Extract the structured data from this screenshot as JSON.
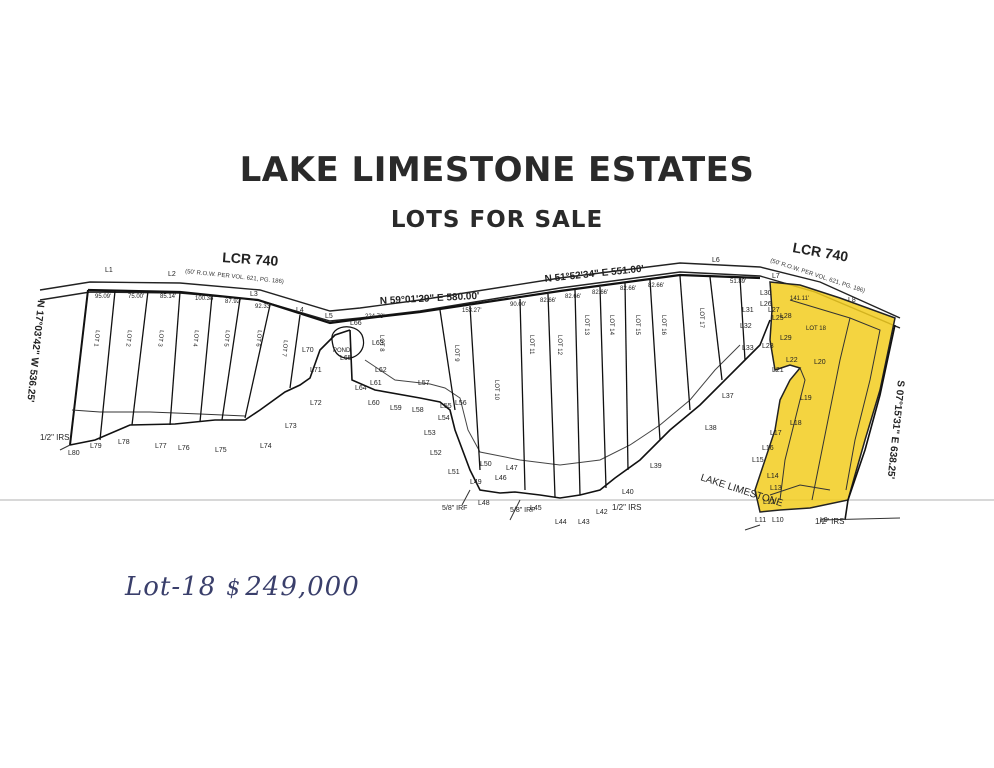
{
  "document": {
    "title": "LAKE LIMESTONE ESTATES",
    "subtitle": "LOTS FOR SALE"
  },
  "plat": {
    "road_left": "LCR 740",
    "road_left_note": "(50' R.O.W. PER VOL. 621, PG. 186)",
    "road_right": "LCR 740",
    "road_right_note": "(50' R.O.W. PER VOL. 621, PG. 186)",
    "bearing_top_left": "N 59°01'29\" E 580.00'",
    "bearing_top_right": "N 51°52'34\" E 551.00'",
    "bearing_left": "N 17°03'42\" W 536.25'",
    "bearing_right": "S 07°15'31\" E 638.25'",
    "lake_label": "LAKE LIMESTONE",
    "pond_label": "POND",
    "irs_1": "1/2\" IRS",
    "irs_2": "1/2\" IRS",
    "irs_3": "1/2\" IRS",
    "irf_1": "5/8\" IRF",
    "irf_2": "5/8\" IRF",
    "lot18_label": "LOT 18",
    "lot17_label": "LOT 17",
    "lot10_label": "LOT 10",
    "lot11_label": "LOT 11",
    "lot12_label": "LOT 12",
    "lot13_label": "LOT 13",
    "lot14_label": "LOT 14",
    "lot15_label": "LOT 15",
    "lot16_label": "LOT 16",
    "lot1_label": "LOT 1",
    "lot2_label": "LOT 2",
    "lot3_label": "LOT 3",
    "lot4_label": "LOT 4",
    "lot5_label": "LOT 5",
    "lot6_label": "LOT 6",
    "lot7_label": "LOT 7",
    "lot8_label": "LOT 8",
    "lot9_label": "LOT 9",
    "line_labels": [
      "L1",
      "L2",
      "L3",
      "L4",
      "L5",
      "L6",
      "L7",
      "L8",
      "L9",
      "L10",
      "L11",
      "L12",
      "L13",
      "L14",
      "L15",
      "L16",
      "L17",
      "L18",
      "L19",
      "L20",
      "L21",
      "L22",
      "L23",
      "L25",
      "L26",
      "L27",
      "L28",
      "L29",
      "L30",
      "L31",
      "L32",
      "L33",
      "L37",
      "L38",
      "L39",
      "L40",
      "L42",
      "L43",
      "L44",
      "L45",
      "L46",
      "L47",
      "L48",
      "L49",
      "L50",
      "L51",
      "L52",
      "L53",
      "L54",
      "L55",
      "L56",
      "L57",
      "L58",
      "L59",
      "L60",
      "L61",
      "L62",
      "L63",
      "L64",
      "L65",
      "L66",
      "L70",
      "L71",
      "L72",
      "L73",
      "L74",
      "L75",
      "L76",
      "L77",
      "L78",
      "L79",
      "L80"
    ],
    "dims": [
      "95.09'",
      "75.00'",
      "85.14'",
      "100.38'",
      "87.92'",
      "92.33'",
      "153.27'",
      "90.00'",
      "82.66'",
      "82.66'",
      "82.66'",
      "82.66'",
      "82.66'",
      "51.89'",
      "141.11'",
      "224.73'"
    ],
    "highlight_color": "#f2cd1f"
  },
  "annotation": {
    "lot": "Lot-18",
    "dollar": "$",
    "price": "249,000"
  }
}
